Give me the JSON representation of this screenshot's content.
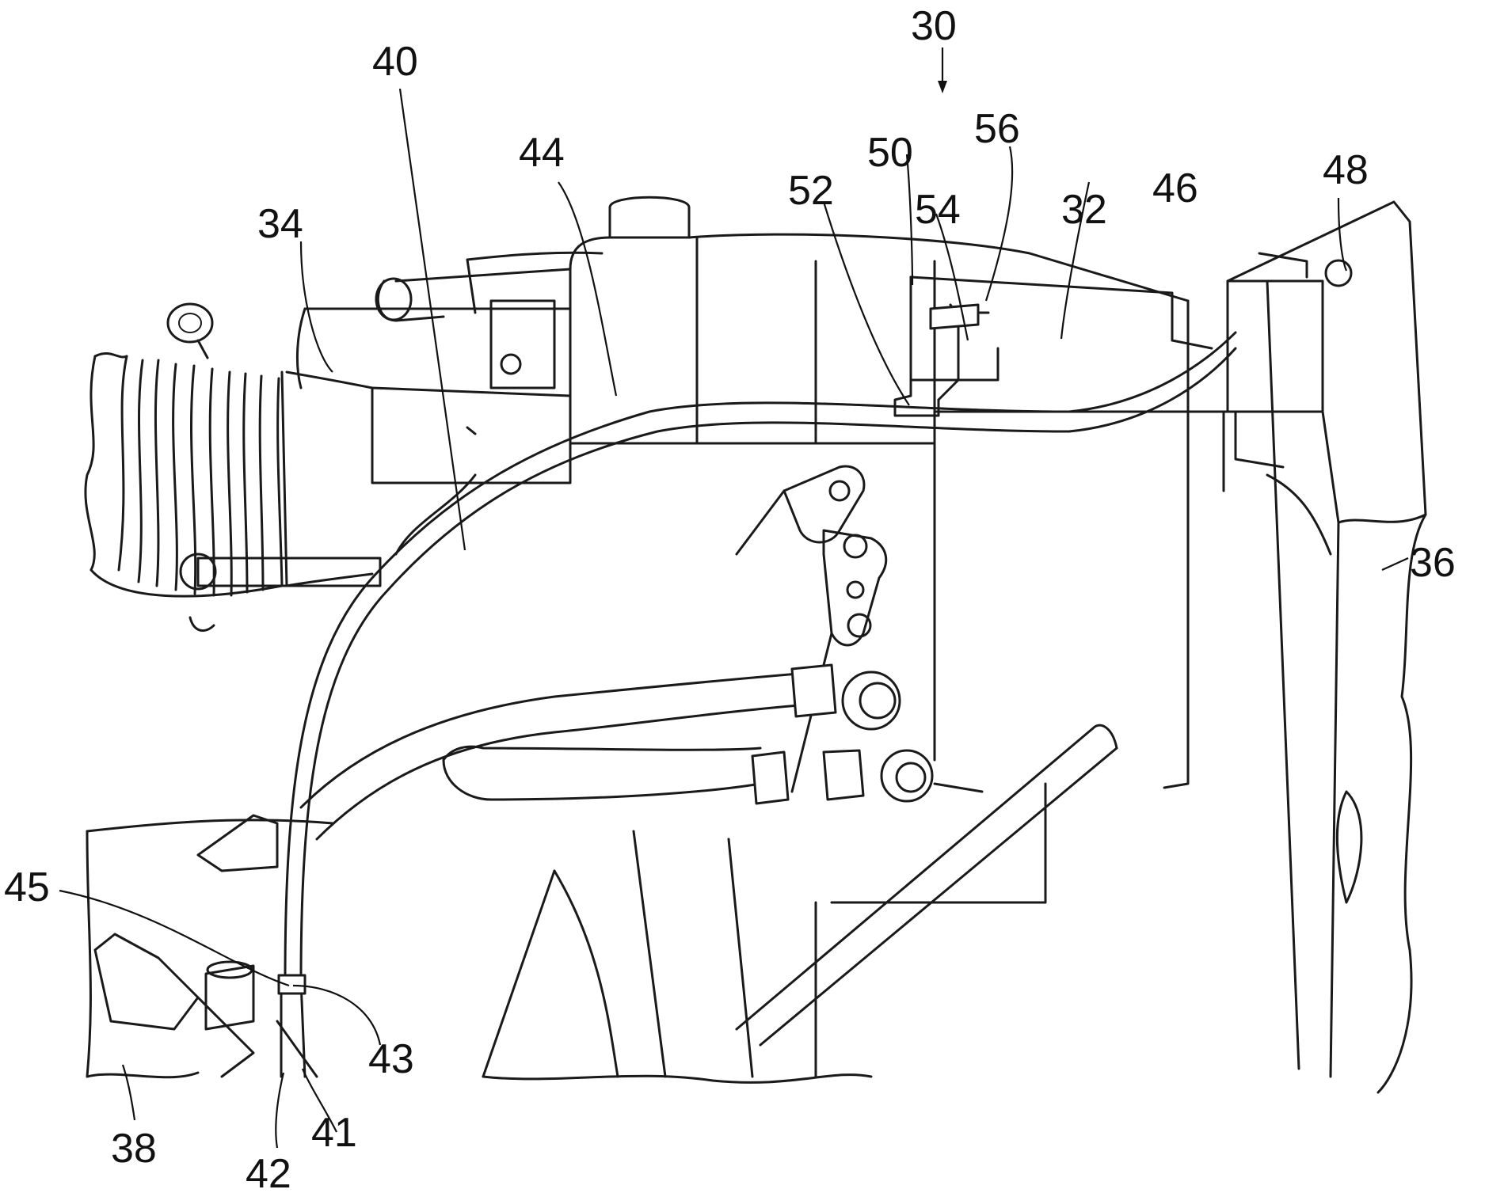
{
  "figure": {
    "reference_labels": [
      {
        "id": "30"
      },
      {
        "id": "40"
      },
      {
        "id": "44"
      },
      {
        "id": "50"
      },
      {
        "id": "56"
      },
      {
        "id": "52"
      },
      {
        "id": "54"
      },
      {
        "id": "32"
      },
      {
        "id": "46"
      },
      {
        "id": "48"
      },
      {
        "id": "34"
      },
      {
        "id": "36"
      },
      {
        "id": "45"
      },
      {
        "id": "43"
      },
      {
        "id": "38"
      },
      {
        "id": "41"
      },
      {
        "id": "42"
      }
    ]
  }
}
